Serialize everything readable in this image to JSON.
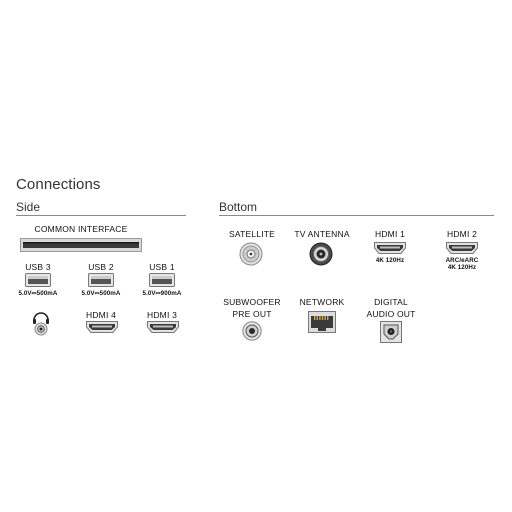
{
  "page": {
    "title": "Connections"
  },
  "side": {
    "label": "Side",
    "common_interface": {
      "label": "COMMON INTERFACE",
      "icon": "common-interface-slot-icon"
    },
    "usb_ports": [
      {
        "label": "USB 3",
        "spec": "5.0V⎓500mA",
        "icon": "usb-port-icon"
      },
      {
        "label": "USB 2",
        "spec": "5.0V⎓500mA",
        "icon": "usb-port-icon"
      },
      {
        "label": "USB 1",
        "spec": "5.0V⎓900mA",
        "icon": "usb-port-icon"
      }
    ],
    "headphone": {
      "icon": "headphone-jack-icon"
    },
    "hdmi_ports": [
      {
        "label": "HDMI 4",
        "icon": "hdmi-port-icon"
      },
      {
        "label": "HDMI 3",
        "icon": "hdmi-port-icon"
      }
    ]
  },
  "bottom": {
    "label": "Bottom",
    "satellite": {
      "label": "SATELLITE",
      "icon": "satellite-connector-icon"
    },
    "tv_antenna": {
      "label": "TV ANTENNA",
      "icon": "antenna-connector-icon"
    },
    "hdmi1": {
      "label": "HDMI 1",
      "spec": "4K 120Hz",
      "icon": "hdmi-port-icon"
    },
    "hdmi2": {
      "label": "HDMI 2",
      "spec_line1": "ARC/eARC",
      "spec_line2": "4K 120Hz",
      "icon": "hdmi-port-icon"
    },
    "subwoofer": {
      "label_line1": "SUBWOOFER",
      "label_line2": "PRE OUT",
      "icon": "subwoofer-jack-icon"
    },
    "network": {
      "label": "NETWORK",
      "icon": "ethernet-port-icon"
    },
    "digital_audio": {
      "label_line1": "DIGITAL",
      "label_line2": "AUDIO OUT",
      "icon": "optical-audio-port-icon"
    }
  }
}
